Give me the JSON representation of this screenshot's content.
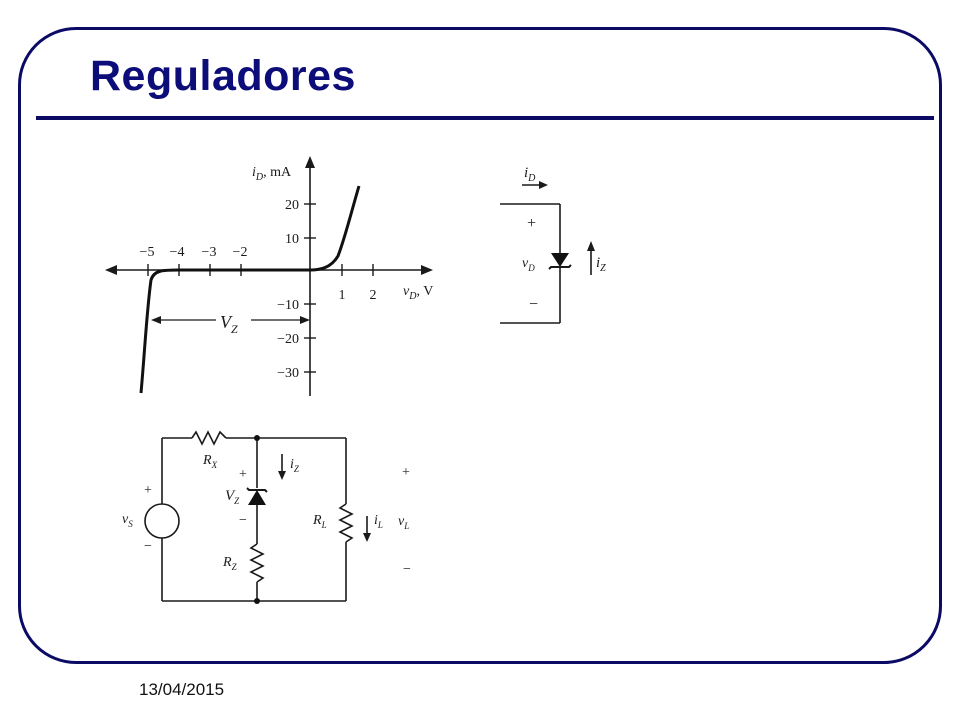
{
  "slide": {
    "title": "Reguladores",
    "date": "13/04/2015"
  },
  "iv_plot": {
    "y_axis_var": "i",
    "y_axis_sub": "D",
    "y_axis_unit": ", mA",
    "x_axis_var": "v",
    "x_axis_sub": "D",
    "x_axis_unit": ", V",
    "x_ticks": [
      "−5",
      "−4",
      "−3",
      "−2",
      "1",
      "2"
    ],
    "y_ticks": [
      "20",
      "10",
      "−10",
      "−20",
      "−30"
    ],
    "vz_var": "V",
    "vz_sub": "Z"
  },
  "zener_symbol": {
    "current_var": "i",
    "current_sub": "D",
    "plus": "+",
    "voltage_var": "v",
    "voltage_sub": "D",
    "minus": "−",
    "zener_current_var": "i",
    "zener_current_sub": "Z"
  },
  "circuit": {
    "rx_var": "R",
    "rx_sub": "X",
    "iz_var": "i",
    "iz_sub": "Z",
    "vz_plus": "+",
    "vz_var": "V",
    "vz_sub": "Z",
    "vz_minus": "−",
    "rz_var": "R",
    "rz_sub": "Z",
    "source_plus": "+",
    "vs_var": "v",
    "vs_sub": "S",
    "source_minus": "−",
    "rl_var": "R",
    "rl_sub": "L",
    "il_var": "i",
    "il_sub": "L",
    "vl_plus": "+",
    "vl_var": "v",
    "vl_sub": "L",
    "vl_minus": "−"
  }
}
